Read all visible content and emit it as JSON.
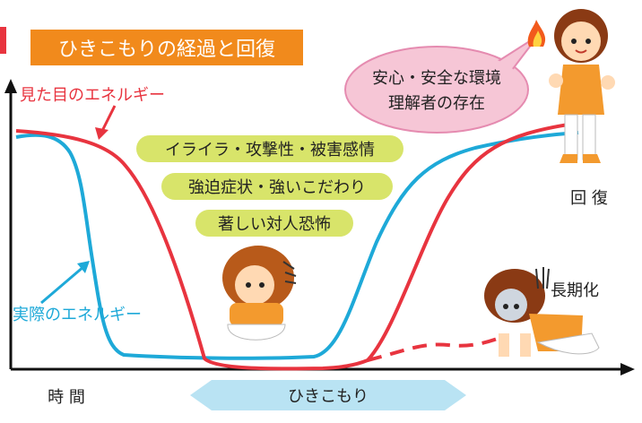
{
  "title": "ひきこもりの経過と回復",
  "curves": {
    "apparent_label": "見た目のエネルギー",
    "actual_label": "実際のエネルギー"
  },
  "causes": [
    "イライラ・攻撃性・被害感情",
    "強迫症状・強いこだわり",
    "著しい対人恐怖"
  ],
  "support_bubble": [
    "安心・安全な環境",
    "理解者の存在"
  ],
  "outcomes": {
    "recovery": "回 復",
    "prolonged": "長期化"
  },
  "axis": {
    "x_label": "時 間",
    "period_label": "ひきこもり"
  },
  "colors": {
    "apparent": "#e8343f",
    "actual": "#1ea9d8",
    "title_bg": "#f18a1c",
    "cause_bg": "#d8e46a",
    "bubble": "#f6c6d6",
    "period_arrow": "#b9e3f3"
  },
  "illustrations": [
    "girl-recovered-icon",
    "girl-crouching-icon",
    "girl-kneeling-icon"
  ]
}
